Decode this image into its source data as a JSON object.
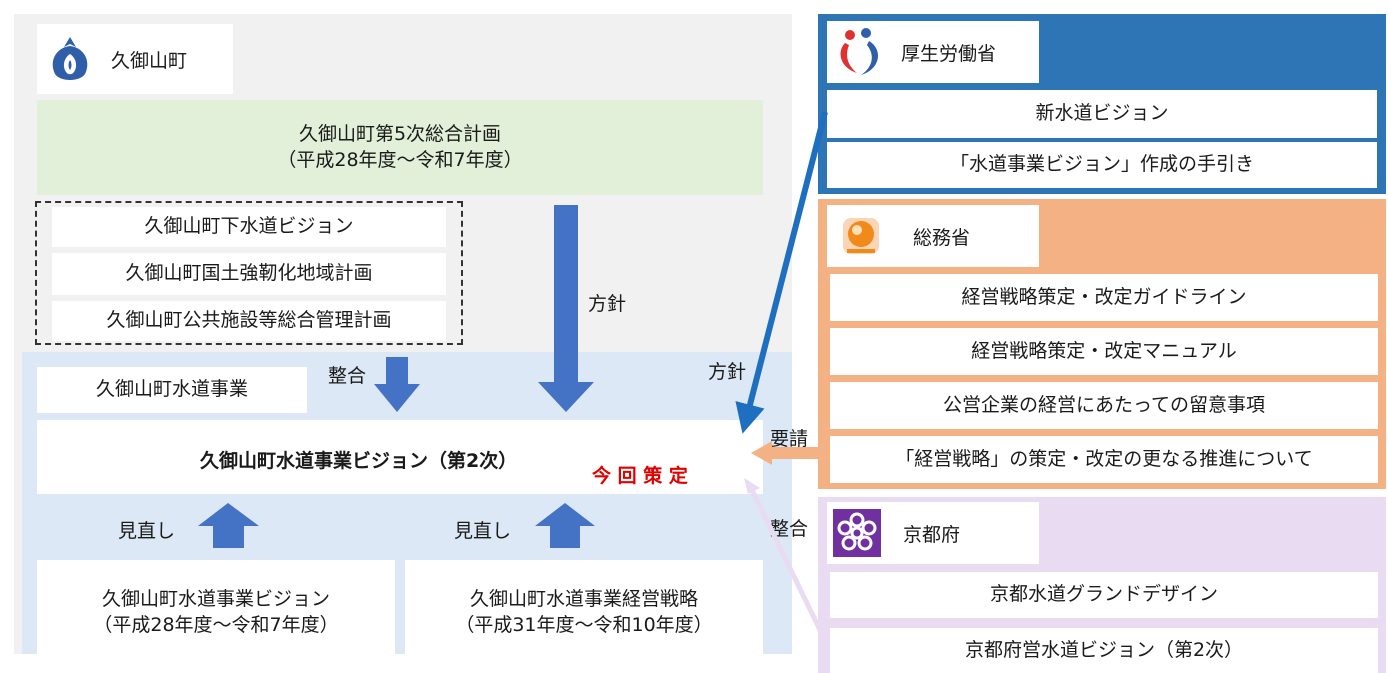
{
  "town": {
    "name": "久御山町",
    "general_plan": {
      "title": "久御山町第5次総合計画",
      "period": "（平成28年度～令和7年度）"
    },
    "related_plans": [
      "久御山町下水道ビジョン",
      "久御山町国土強靭化地域計画",
      "久御山町公共施設等総合管理計画"
    ],
    "water_business": "久御山町水道事業",
    "vision2": "久御山町水道事業ビジョン（第2次）",
    "current": "今 回 策 定",
    "review_left": "見直し",
    "review_right": "見直し",
    "old_vision": {
      "title": "久御山町水道事業ビジョン",
      "period": "（平成28年度～令和7年度）"
    },
    "strategy": {
      "title": "久御山町水道事業経営戦略",
      "period": "（平成31年度～令和10年度）"
    }
  },
  "arrow_labels": {
    "policy_vertical": "方針",
    "integration_dashed": "整合",
    "policy_mhlw": "方針",
    "request_mic": "要請",
    "integration_kyoto": "整合"
  },
  "mhlw": {
    "name": "厚生労働省",
    "items": [
      "新水道ビジョン",
      "「水道事業ビジョン」作成の手引き"
    ]
  },
  "mic": {
    "name": "総務省",
    "items": [
      "経営戦略策定・改定ガイドライン",
      "経営戦略策定・改定マニュアル",
      "公営企業の経営にあたっての留意事項",
      "「経営戦略」の策定・改定の更なる推進について"
    ]
  },
  "kyoto": {
    "name": "京都府",
    "items": [
      "京都水道グランドデザイン",
      "京都府営水道ビジョン（第2次）"
    ]
  },
  "colors": {
    "panel_gray": "#f1f1f1",
    "green": "#e2efd9",
    "lightblue": "#dce8f5",
    "arrow_blue": "#4472c4",
    "mhlw_blue": "#2e75b6",
    "mic_orange": "#f4b183",
    "kyoto_purple": "#e9dbf2",
    "red": "#e00000",
    "kyoto_logo": "#7030a0"
  },
  "icons": [
    "town-emblem-icon",
    "mhlw-logo-icon",
    "mic-logo-icon",
    "kyoto-emblem-icon"
  ]
}
